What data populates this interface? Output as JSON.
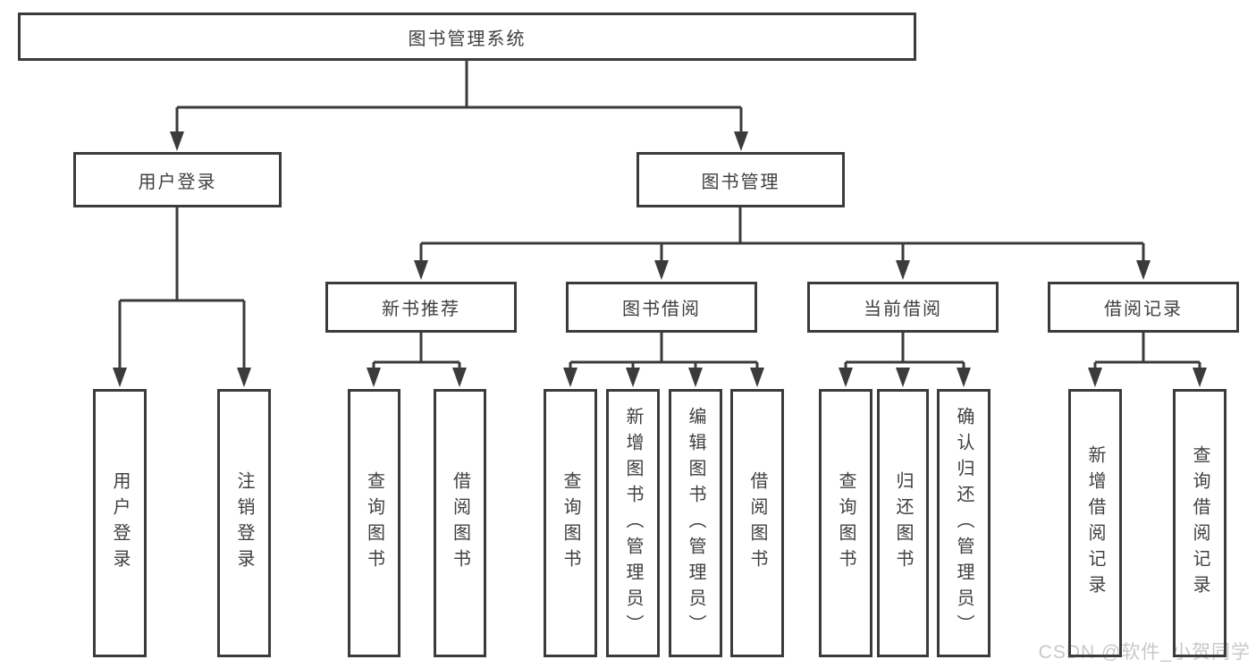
{
  "diagram": {
    "root": "图书管理系统",
    "user_login": {
      "label": "用户登录",
      "leaves": [
        "用户登录",
        "注销登录"
      ]
    },
    "book_management": {
      "label": "图书管理",
      "groups": [
        {
          "label": "新书推荐",
          "leaves": [
            "查询图书",
            "借阅图书"
          ]
        },
        {
          "label": "图书借阅",
          "leaves": [
            "查询图书",
            "新增图书（管理员）",
            "编辑图书（管理员）",
            "借阅图书"
          ]
        },
        {
          "label": "当前借阅",
          "leaves": [
            "查询图书",
            "归还图书",
            "确认归还（管理员）"
          ]
        },
        {
          "label": "借阅记录",
          "leaves": [
            "新增借阅记录",
            "查询借阅记录"
          ]
        }
      ]
    }
  },
  "watermark": "CSDN @软件_小贺同学",
  "colors": {
    "line": "#3b3b3b",
    "text": "#404040",
    "watermark": "#c8c8c8",
    "background": "#ffffff"
  }
}
